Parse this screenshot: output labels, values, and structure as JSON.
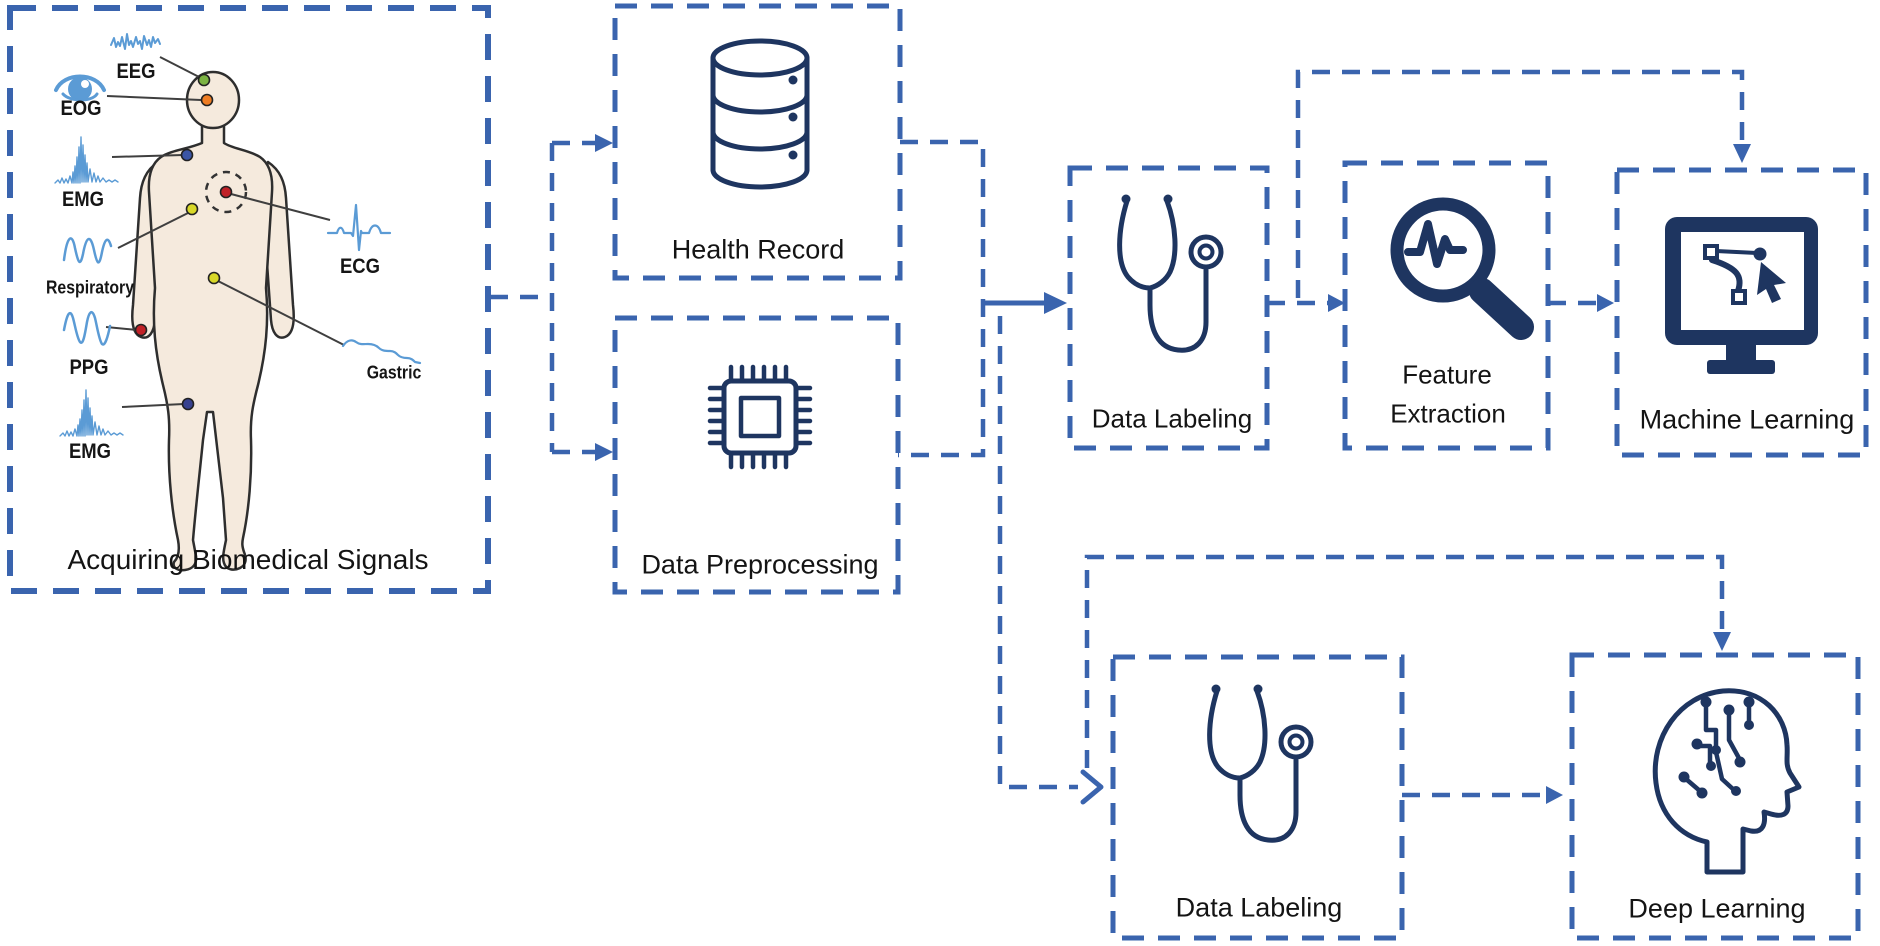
{
  "diagram_title": "Biomedical signal machine/deep learning pipeline",
  "colors": {
    "border_blue": "#3a64ae",
    "icon_navy": "#1e3560",
    "waveform_blue": "#5b9bd5",
    "body_fill": "#f5eadd"
  },
  "acquiring": {
    "label": "Acquiring Biomedical Signals"
  },
  "signals": {
    "eeg": "EEG",
    "eog": "EOG",
    "emg_upper": "EMG",
    "respiratory": "Respiratory",
    "ppg": "PPG",
    "emg_lower": "EMG",
    "ecg": "ECG",
    "gastric": "Gastric"
  },
  "pipeline": {
    "health_record": "Health Record",
    "data_preprocessing": "Data Preprocessing",
    "data_labeling_top": "Data Labeling",
    "feature_extraction_line1": "Feature",
    "feature_extraction_line2": "Extraction",
    "machine_learning": "Machine Learning",
    "data_labeling_bottom": "Data Labeling",
    "deep_learning": "Deep Learning"
  }
}
